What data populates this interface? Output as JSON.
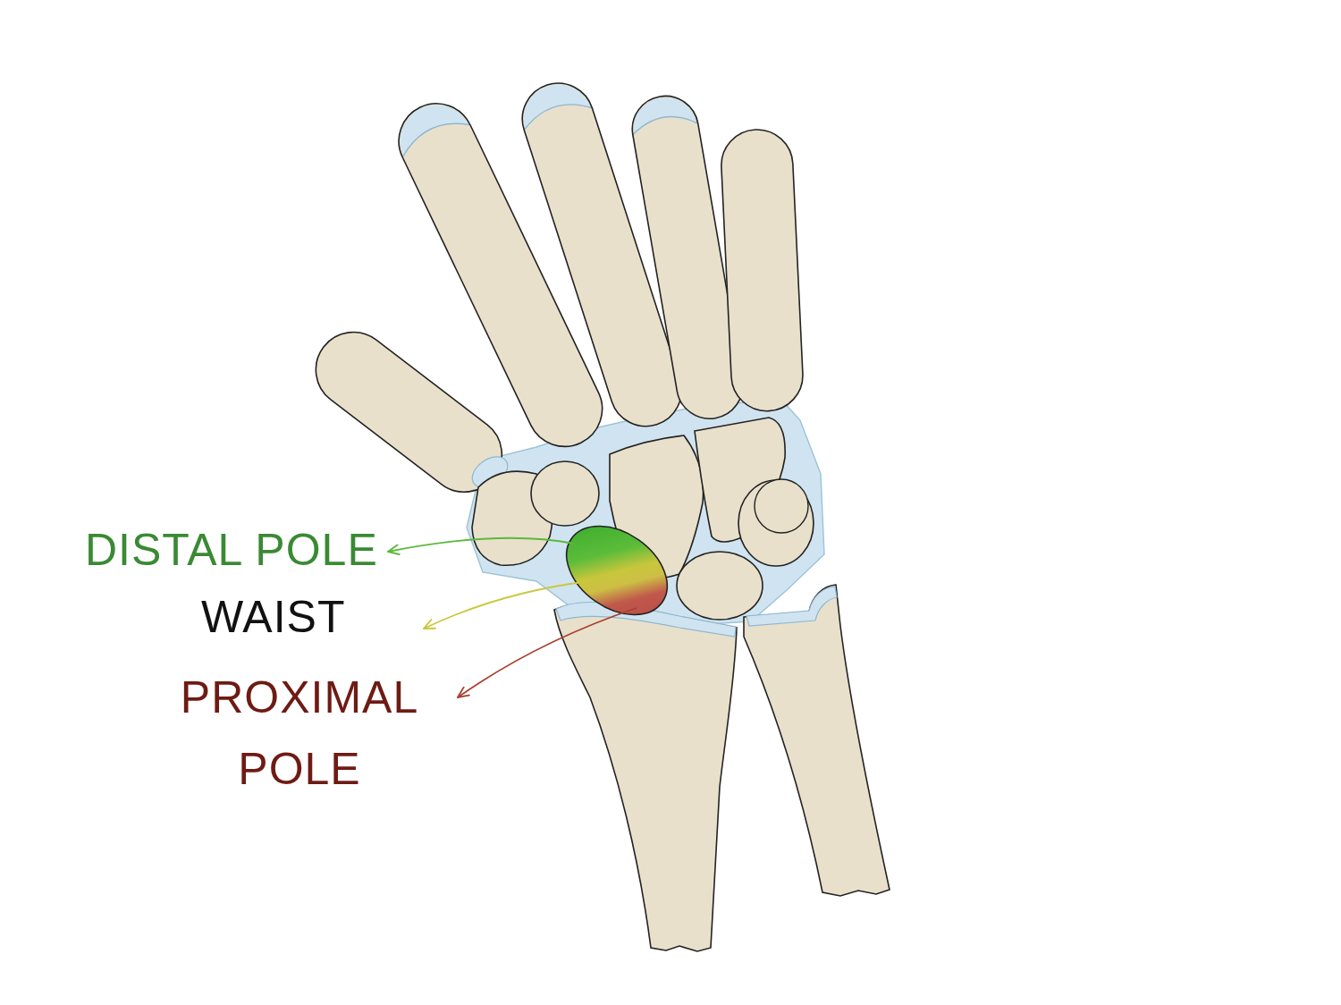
{
  "diagram": {
    "labels": [
      "DISTAL POLE",
      "WAIST",
      "PROXIMAL POLE"
    ]
  }
}
